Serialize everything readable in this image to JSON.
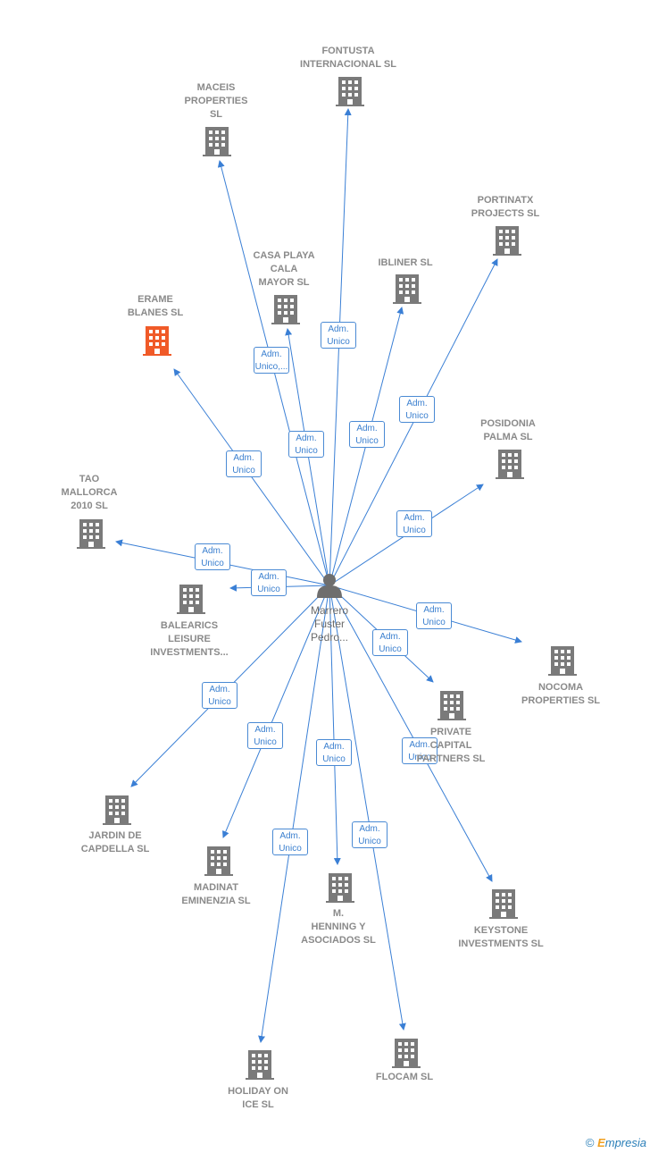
{
  "colors": {
    "edge": "#3a7fd5",
    "building": "#7a7a7a",
    "highlight": "#f05a28",
    "person": "#6e6e6e"
  },
  "center": {
    "label": "Marrero\nFuster\nPedro..."
  },
  "companies": [
    {
      "id": "fontusta",
      "label": "FONTUSTA\nINTERNACIONAL SL",
      "highlight": false
    },
    {
      "id": "maceis",
      "label": "MACEIS\nPROPERTIES\nSL",
      "highlight": false
    },
    {
      "id": "portinatx",
      "label": "PORTINATX\nPROJECTS  SL",
      "highlight": false
    },
    {
      "id": "casa",
      "label": "CASA PLAYA\nCALA\nMAYOR  SL",
      "highlight": false
    },
    {
      "id": "ibliner",
      "label": "IBLINER SL",
      "highlight": false
    },
    {
      "id": "erame",
      "label": "ERAME\nBLANES  SL",
      "highlight": true
    },
    {
      "id": "posidonia",
      "label": "POSIDONIA\nPALMA  SL",
      "highlight": false
    },
    {
      "id": "tao",
      "label": "TAO\nMALLORCA\n2010 SL",
      "highlight": false
    },
    {
      "id": "balearics",
      "label": "BALEARICS\nLEISURE\nINVESTMENTS...",
      "highlight": false
    },
    {
      "id": "nocoma",
      "label": "NOCOMA\nPROPERTIES SL",
      "highlight": false
    },
    {
      "id": "private",
      "label": "PRIVATE\nCAPITAL\nPARTNERS SL",
      "highlight": false
    },
    {
      "id": "jardin",
      "label": "JARDIN DE\nCAPDELLA SL",
      "highlight": false
    },
    {
      "id": "madinat",
      "label": "MADINAT\nEMINENZIA SL",
      "highlight": false
    },
    {
      "id": "henning",
      "label": "M.\nHENNING Y\nASOCIADOS SL",
      "highlight": false
    },
    {
      "id": "keystone",
      "label": "KEYSTONE\nINVESTMENTS SL",
      "highlight": false
    },
    {
      "id": "holiday",
      "label": "HOLIDAY ON\nICE SL",
      "highlight": false
    },
    {
      "id": "flocam",
      "label": "FLOCAM  SL",
      "highlight": false
    }
  ],
  "edges": [
    {
      "to": "fontusta",
      "label": "Adm.\nUnico"
    },
    {
      "to": "maceis",
      "label": "Adm.\nUnico,..."
    },
    {
      "to": "casa",
      "label": "Adm.\nUnico"
    },
    {
      "to": "ibliner",
      "label": "Adm.\nUnico"
    },
    {
      "to": "portinatx",
      "label": "Adm.\nUnico"
    },
    {
      "to": "erame",
      "label": "Adm.\nUnico"
    },
    {
      "to": "posidonia",
      "label": "Adm.\nUnico"
    },
    {
      "to": "tao",
      "label": "Adm.\nUnico"
    },
    {
      "to": "balearics",
      "label": "Adm.\nUnico"
    },
    {
      "to": "nocoma",
      "label": "Adm.\nUnico"
    },
    {
      "to": "private",
      "label": "Adm.\nUnico"
    },
    {
      "to": "jardin",
      "label": "Adm.\nUnico"
    },
    {
      "to": "madinat",
      "label": "Adm.\nUnico"
    },
    {
      "to": "henning",
      "label": "Adm.\nUnico"
    },
    {
      "to": "keystone",
      "label": "Adm.\nUnico"
    },
    {
      "to": "holiday",
      "label": "Adm.\nUnico"
    },
    {
      "to": "flocam",
      "label": "Adm.\nUnico"
    }
  ],
  "footer": {
    "copyright": "©",
    "brand_initial": "E",
    "brand_rest": "mpresia"
  }
}
